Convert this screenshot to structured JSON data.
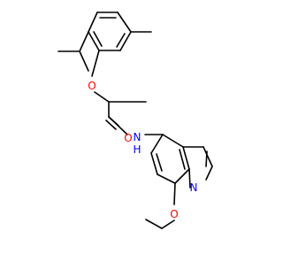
{
  "molecule": {
    "atom_labels": {
      "ether_oxygen": "O",
      "carbonyl_oxygen": "O",
      "amide_nitrogen": "N",
      "amide_hydrogen": "H",
      "quinoline_nitrogen": "N",
      "ethoxy_oxygen": "O"
    }
  },
  "colors": {
    "bond": "#000000",
    "oxygen": "#ff0000",
    "nitrogen": "#0000ff",
    "background": "#ffffff"
  }
}
